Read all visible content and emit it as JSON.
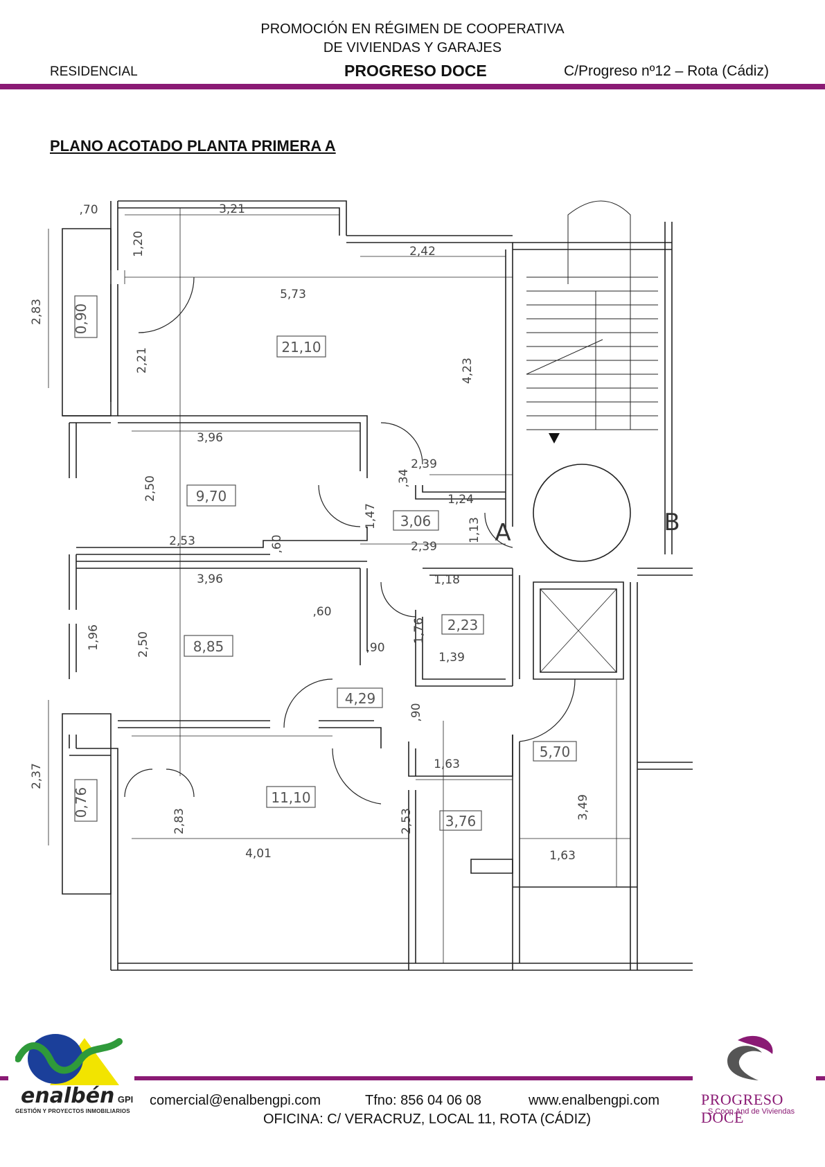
{
  "header": {
    "line1": "PROMOCIÓN EN RÉGIMEN DE COOPERATIVA",
    "line2": "DE VIVIENDAS Y GARAJES",
    "left": "RESIDENCIAL",
    "center": "PROGRESO DOCE",
    "right": "C/Progreso nº12 – Rota (Cádiz)"
  },
  "plan": {
    "title": "PLANO ACOTADO PLANTA PRIMERA A ",
    "areas": [
      "21,10",
      "9,70",
      "3,06",
      "8,85",
      "2,23",
      "4,29",
      "11,10",
      "3,76",
      "5,70",
      "0,90",
      "0,76"
    ],
    "dimensions": [
      ",70",
      "3,21",
      "1,20",
      "2,42",
      "5,73",
      "2,83",
      "2,21",
      "4,23",
      "3,96",
      "2,39",
      "1,24",
      ",34",
      "2,50",
      "2,53",
      ",60",
      "1,47",
      "1,13",
      "2,39",
      "3,96",
      "1,18",
      ",60",
      "1,96",
      "2,50",
      ",90",
      "1,76",
      "1,39",
      ",90",
      "1,63",
      "2,37",
      "2,83",
      "4,01",
      "2,53",
      "3,49",
      "1,63"
    ],
    "labels": [
      "A",
      "B"
    ]
  },
  "footer": {
    "email": "comercial@enalbengpi.com",
    "phone": "Tfno: 856 04 06 08",
    "web": "www.enalbengpi.com",
    "office": "OFICINA: C/ VERACRUZ, LOCAL 11, ROTA (CÁDIZ)",
    "logo_left_name": "enalbén",
    "logo_left_suffix": "GPI",
    "logo_left_tagline": "GESTIÓN Y PROYECTOS INMOBILIARIOS",
    "logo_right_name": "PROGRESO DOCE",
    "logo_right_tagline": "S.Coop.And de Viviendas"
  },
  "colors": {
    "accent": "#8a1a74",
    "logo_green": "#2f9a3a",
    "logo_blue": "#1b3f9a",
    "logo_yellow": "#f2e400"
  }
}
